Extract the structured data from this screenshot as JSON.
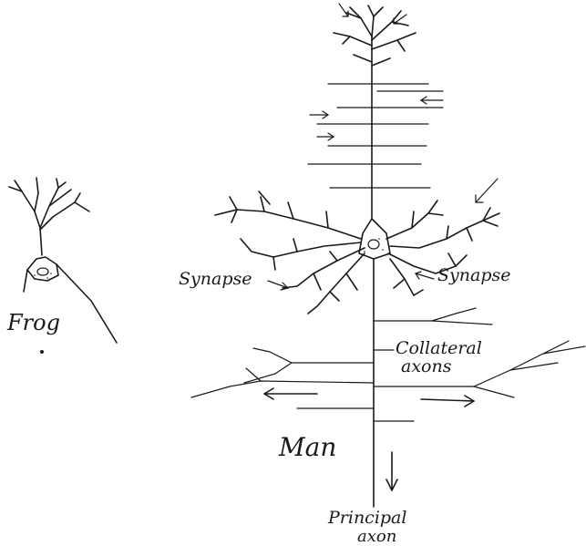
{
  "labels": {
    "frog": "Frog",
    "man": "Man",
    "synapse_left": "Synapse",
    "synapse_right": "Synapse",
    "collateral_line1": "Collateral",
    "collateral_line2": "axons",
    "principal_line1": "Principal",
    "principal_line2": "axon"
  },
  "colors": {
    "ink": "#1a1a1a",
    "background": "#ffffff"
  }
}
